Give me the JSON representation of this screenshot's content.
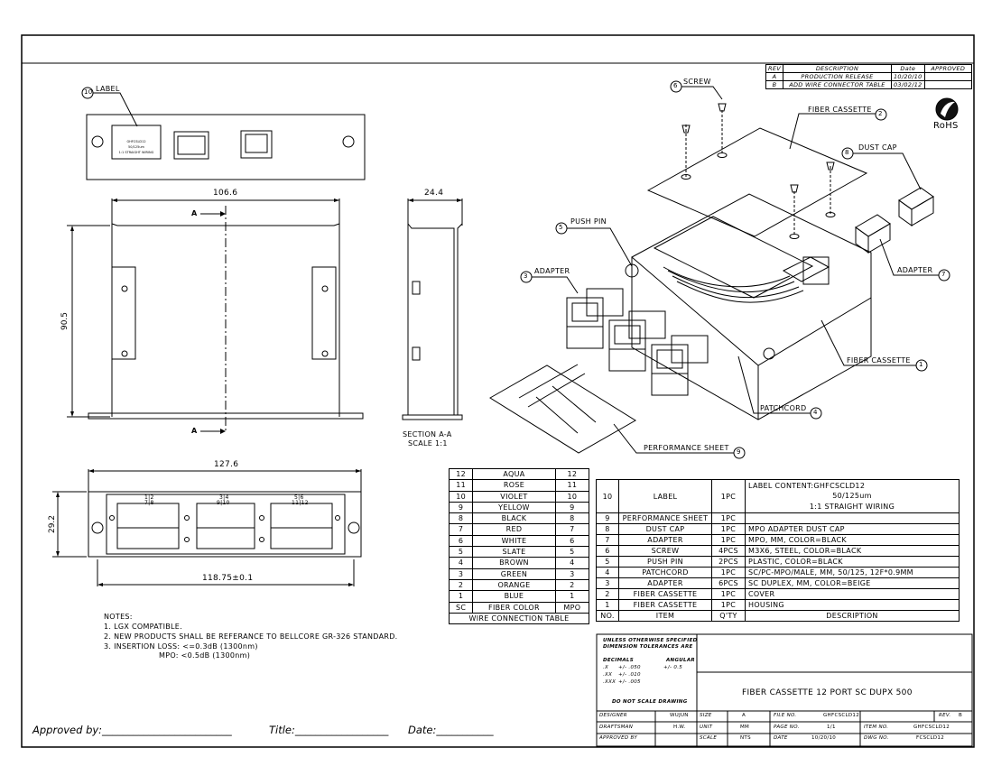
{
  "revision_table": {
    "headers": [
      "REV",
      "DESCRIPTION",
      "Date",
      "APPROVED"
    ],
    "rows": [
      [
        "A",
        "PRODUCTION RELEASE",
        "10/20/10",
        ""
      ],
      [
        "B",
        "ADD WIRE CONNECTOR TABLE",
        "03/02/12",
        ""
      ]
    ]
  },
  "rohs": "RoHS",
  "callouts": {
    "label": "LABEL",
    "label_num": "10",
    "screw": "SCREW",
    "screw_num": "6",
    "fiber_cassette_top": "FIBER CASSETTE",
    "fiber_cassette_top_num": "2",
    "dust_cap": "DUST CAP",
    "dust_cap_num": "8",
    "push_pin": "PUSH PIN",
    "push_pin_num": "5",
    "adapter_left": "ADAPTER",
    "adapter_left_num": "3",
    "adapter_right": "ADAPTER",
    "adapter_right_num": "7",
    "fiber_cassette_bottom": "FIBER CASSETTE",
    "fiber_cassette_bottom_num": "1",
    "patchcord": "PATCHCORD",
    "patchcord_num": "4",
    "performance_sheet": "PERFORMANCE SHEET",
    "performance_sheet_num": "9"
  },
  "label_text": [
    "GHFCSLD12",
    "50/125um",
    "1:1 STRAIGHT WIRING"
  ],
  "dimensions": {
    "width_top": "106.6",
    "height_left": "90.5",
    "section_width": "24.4",
    "section_marker": "A",
    "section_caption_1": "SECTION A-A",
    "section_caption_2": "SCALE 1:1",
    "front_width": "127.6",
    "front_height": "29.2",
    "front_hole_spacing": "118.75±0.1",
    "port_labels": [
      [
        "1|2",
        "7|8"
      ],
      [
        "3|4",
        "9|10"
      ],
      [
        "5|6",
        "11|12"
      ]
    ]
  },
  "wire_table": {
    "rows": [
      [
        "12",
        "AQUA",
        "12"
      ],
      [
        "11",
        "ROSE",
        "11"
      ],
      [
        "10",
        "VIOLET",
        "10"
      ],
      [
        "9",
        "YELLOW",
        "9"
      ],
      [
        "8",
        "BLACK",
        "8"
      ],
      [
        "7",
        "RED",
        "7"
      ],
      [
        "6",
        "WHITE",
        "6"
      ],
      [
        "5",
        "SLATE",
        "5"
      ],
      [
        "4",
        "BROWN",
        "4"
      ],
      [
        "3",
        "GREEN",
        "3"
      ],
      [
        "2",
        "ORANGE",
        "2"
      ],
      [
        "1",
        "BLUE",
        "1"
      ],
      [
        "SC",
        "FIBER COLOR",
        "MPO"
      ]
    ],
    "caption": "WIRE CONNECTION TABLE"
  },
  "bom": {
    "label_row": {
      "no": "10",
      "item": "LABEL",
      "qty": "1PC",
      "desc": [
        "LABEL CONTENT:GHFCSCLD12",
        "50/125um",
        "1:1 STRAIGHT WIRING"
      ]
    },
    "rows": [
      [
        "9",
        "PERFORMANCE SHEET",
        "1PC",
        ""
      ],
      [
        "8",
        "DUST CAP",
        "1PC",
        "MPO ADAPTER DUST CAP"
      ],
      [
        "7",
        "ADAPTER",
        "1PC",
        "MPO, MM, COLOR=BLACK"
      ],
      [
        "6",
        "SCREW",
        "4PCS",
        "M3X6, STEEL, COLOR=BLACK"
      ],
      [
        "5",
        "PUSH PIN",
        "2PCS",
        "PLASTIC, COLOR=BLACK"
      ],
      [
        "4",
        "PATCHCORD",
        "1PC",
        "SC/PC-MPO/MALE, MM, 50/125, 12F*0.9MM"
      ],
      [
        "3",
        "ADAPTER",
        "6PCS",
        "SC DUPLEX, MM, COLOR=BEIGE"
      ],
      [
        "2",
        "FIBER CASSETTE",
        "1PC",
        "COVER"
      ],
      [
        "1",
        "FIBER CASSETTE",
        "1PC",
        "HOUSING"
      ]
    ],
    "headers": [
      "NO.",
      "ITEM",
      "Q'TY",
      "DESCRIPTION"
    ]
  },
  "notes": {
    "title": "NOTES:",
    "lines": [
      "1. LGX COMPATIBLE.",
      "2. NEW PRODUCTS SHALL BE REFERANCE TO BELLCORE GR-326 STANDARD.",
      "3. INSERTION LOSS: <=0.3dB (1300nm)",
      "MPO: <0.5dB (1300nm)"
    ]
  },
  "tolerances": {
    "l1": "UNLESS OTHERWISE SPECIFIED",
    "l2": "DIMENSION TOLERANCES ARE",
    "decimals": "DECIMALS",
    "angular": "ANGULAR",
    "x": ".X",
    "x_val": "+/- .050",
    "ang_val": "+/- 0.5",
    "xx": ".XX",
    "xx_val": "+/- .010",
    "xxx": ".XXX",
    "xxx_val": "+/- .005",
    "noscale": "DO NOT SCALE DRAWING"
  },
  "title_block": {
    "title": "FIBER CASSETTE 12 PORT SC DUPX 500",
    "designer_label": "DESIGNER",
    "designer": "WUJUN",
    "draftsman_label": "DRAFTSMAN",
    "draftsman": "H.W.",
    "approved_label": "APPROVED BY",
    "size_label": "SIZE",
    "size": "A",
    "unit_label": "UNIT",
    "unit": "MM",
    "scale_label": "SCALE",
    "scale": "NTS",
    "file_label": "FILE NO.",
    "file": "GHFCSCLD12",
    "page_label": "PAGE NO.",
    "page": "1/1",
    "date_label": "DATE",
    "date": "10/20/10",
    "rev_label": "REV.",
    "rev": "B",
    "item_label": "ITEM NO.",
    "item": "GHFCSCLD12",
    "dwg_label": "DWG NO.",
    "dwg": "FCSCLD12"
  },
  "signature": {
    "approved": "Approved by:_________________________",
    "title": "Title:__________________",
    "date": "Date:___________"
  }
}
